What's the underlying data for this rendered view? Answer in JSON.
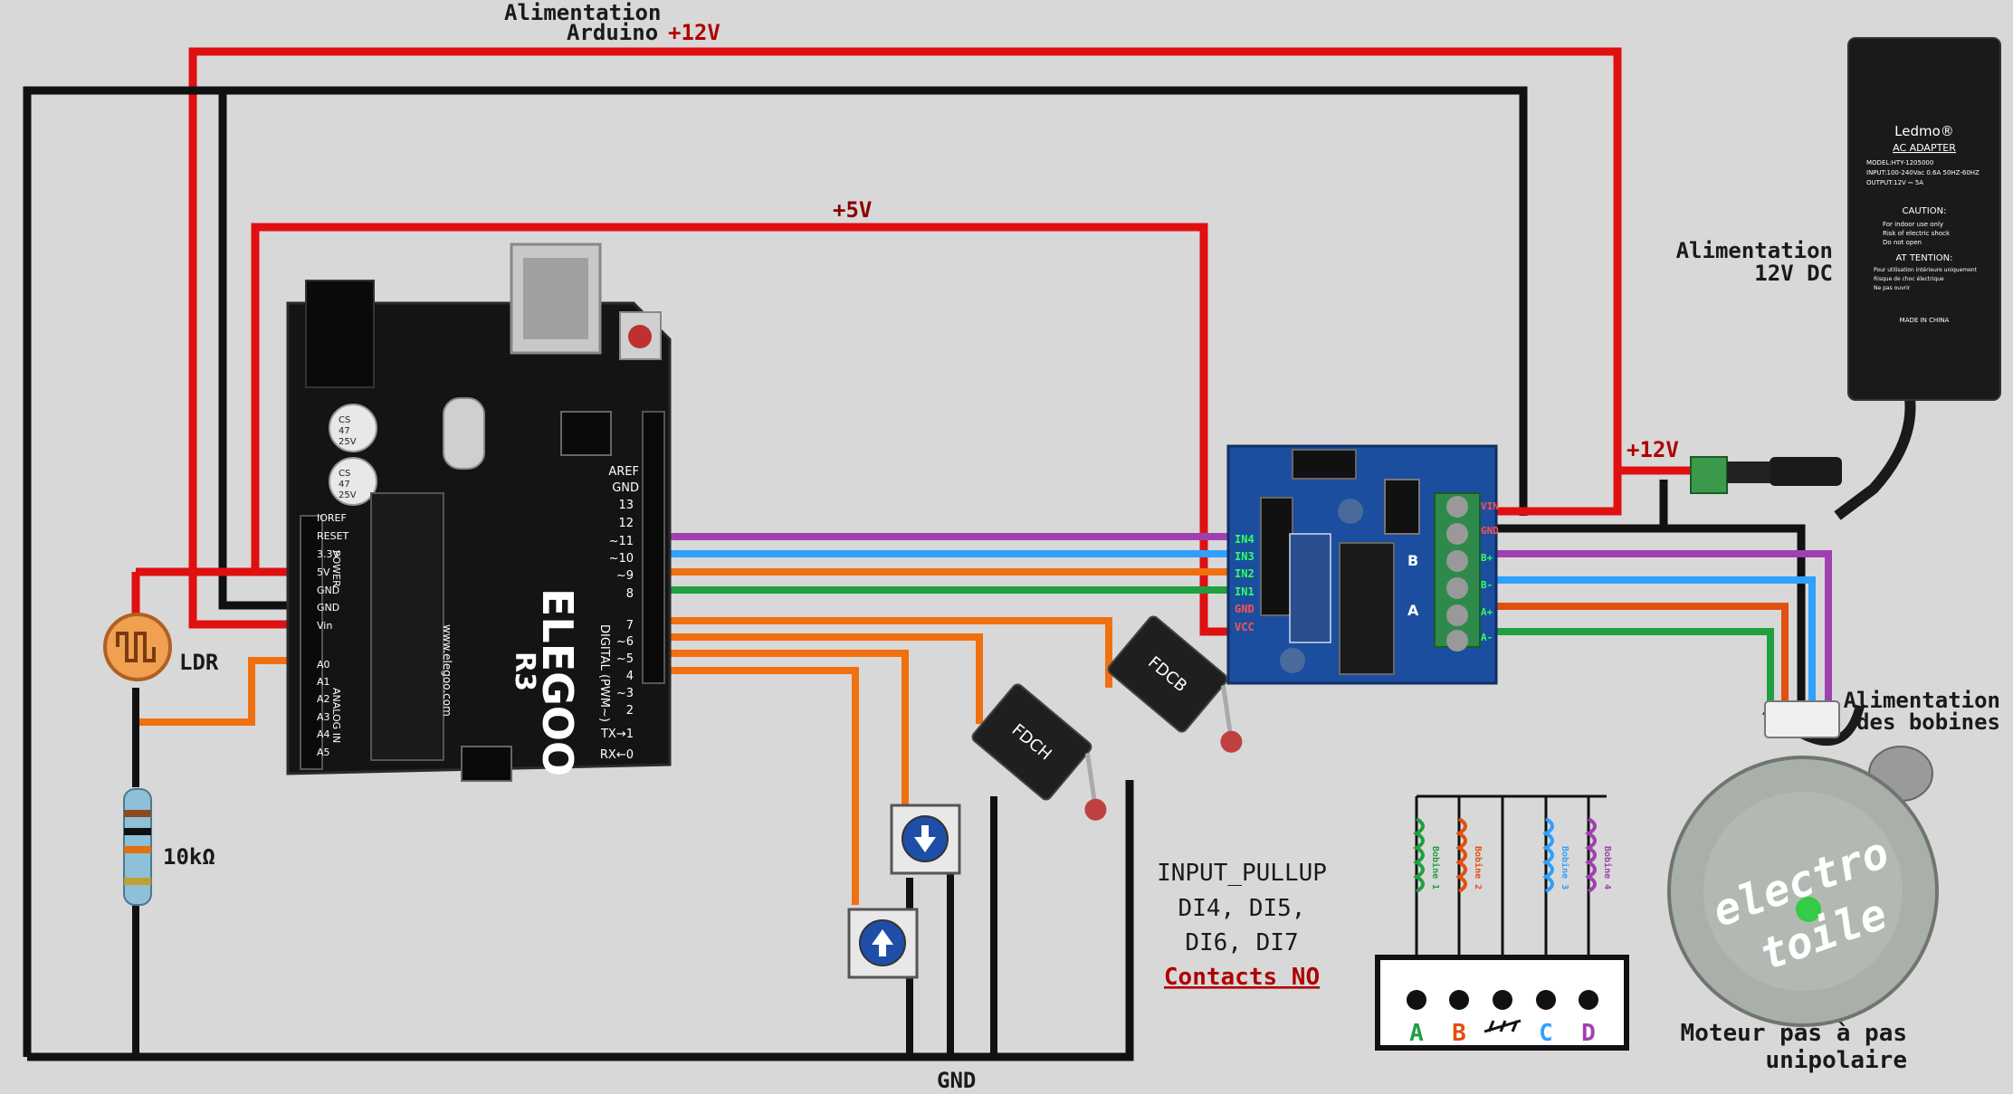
{
  "labels": {
    "alim_arduino_line1": "Alimentation",
    "alim_arduino_line2": "Arduino",
    "alim_arduino_voltage": "+12V",
    "plus5v": "+5V",
    "plus12v": "+12V",
    "alim_dc_line1": "Alimentation",
    "alim_dc_line2": "12V DC",
    "ldr": "LDR",
    "resistor": "10kΩ",
    "gnd": "GND",
    "input_pullup": "INPUT_PULLUP",
    "di_line1": "DI4, DI5,",
    "di_line2": "DI6, DI7",
    "contacts": "Contacts NO",
    "alim_bobines_line1": "Alimentation",
    "alim_bobines_line2": "des bobines",
    "moteur_line1": "Moteur pas à pas",
    "moteur_line2": "unipolaire",
    "fdch": "FDCH",
    "fdcb": "FDCB",
    "watermark_line1": "electro",
    "watermark_line2": "toile"
  },
  "arduino": {
    "brand": "ELEGOO",
    "model": "R3",
    "url": "www.elegoo.com",
    "digital_label": "DIGITAL (PWM~)",
    "power_label": "POWER",
    "analog_label": "ANALOG IN",
    "power_pins": [
      "IOREF",
      "RESET",
      "3.3V",
      "5V",
      "GND",
      "GND",
      "Vin"
    ],
    "analog_pins": [
      "A0",
      "A1",
      "A2",
      "A3",
      "A4",
      "A5"
    ],
    "digital_pins_top": [
      "AREF",
      "GND",
      "13",
      "12",
      "~11",
      "~10",
      "~9",
      "8"
    ],
    "digital_pins_bottom": [
      "7",
      "~6",
      "~5",
      "4",
      "~3",
      "2",
      "TX→1",
      "RX←0"
    ],
    "cap1": [
      "CS",
      "47",
      "25V"
    ],
    "cap2": [
      "CS",
      "47",
      "25V"
    ]
  },
  "driver": {
    "inputs": [
      "IN4",
      "IN3",
      "IN2",
      "IN1",
      "GND",
      "VCC"
    ],
    "outputs": [
      "VIN",
      "GND",
      "B+",
      "B-",
      "A+",
      "A-"
    ],
    "chip_labels": [
      "B",
      "A"
    ]
  },
  "adapter": {
    "brand": "Ledmo®",
    "type": "AC ADAPTER",
    "model": "MODEL:HTY-1205000",
    "input": "INPUT:100-240Vac 0.6A 50HZ-60HZ",
    "output": "OUTPUT:12V ⎓ 5A",
    "caution_title": "CAUTION:",
    "caution_lines": [
      "For indoor use only",
      "Risk of electric shock",
      "Do not open"
    ],
    "attention_title": "AT TENTION:",
    "attention_lines": [
      "Pour utilisation intérieure uniquement",
      "Risque de choc électrique",
      "Ne pas ouvrir"
    ],
    "made_in": "MADE IN CHINA"
  },
  "coils": {
    "terminals": [
      "A",
      "B",
      "",
      "C",
      "D"
    ],
    "coil_names": [
      "Bobine 1",
      "Bobine 2",
      "Bobine 3",
      "Bobine 4"
    ]
  },
  "colors": {
    "red": "#e01010",
    "black": "#111111",
    "purple": "#a040b0",
    "blue": "#30a0ff",
    "orange": "#f07010",
    "green": "#20a040",
    "terminal_A": "#20a040",
    "terminal_B": "#e05010",
    "terminal_C": "#30a0ff",
    "terminal_D": "#a040b0"
  }
}
